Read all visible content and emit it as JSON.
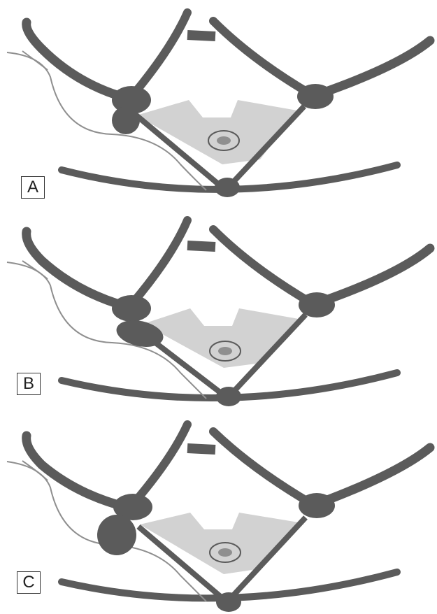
{
  "panels": [
    {
      "label": "A",
      "variant": "normal"
    },
    {
      "label": "B",
      "variant": "displaced"
    },
    {
      "label": "C",
      "variant": "enlarged"
    }
  ],
  "colors": {
    "bone": "#5b5b5b",
    "soft_tissue": "#d2d2d2",
    "thin_line": "#8f8f8f",
    "label_border": "#333333"
  }
}
